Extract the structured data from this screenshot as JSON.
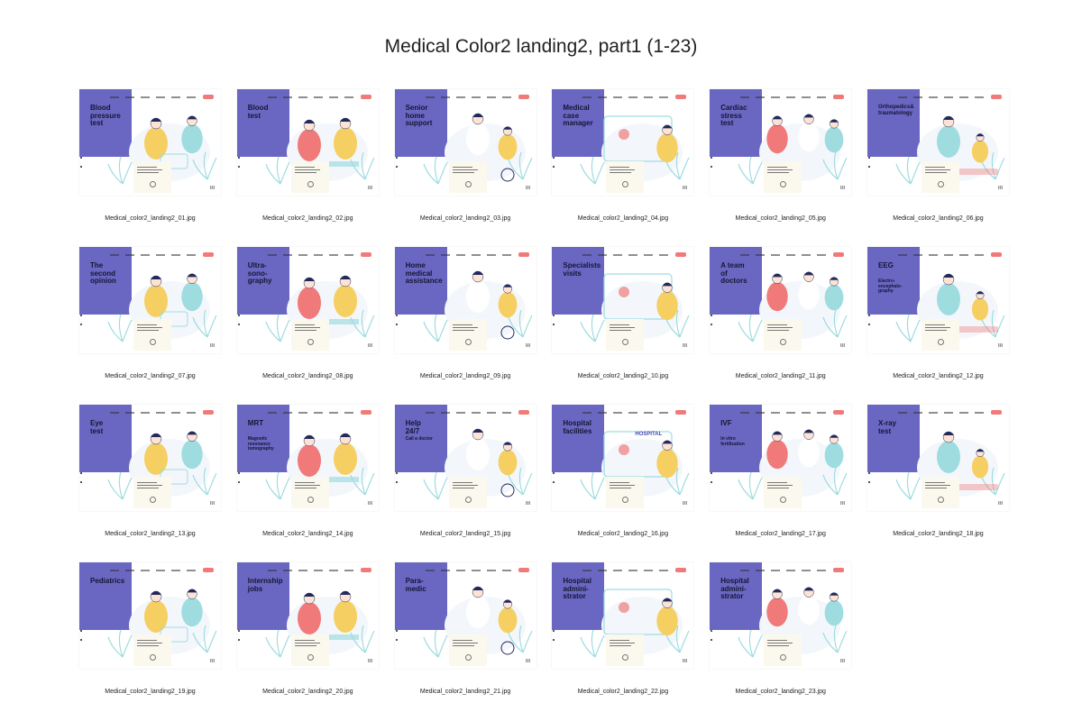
{
  "page_title": "Medical Color2 landing2, part1 (1-23)",
  "colors": {
    "purple": "#6a67c2",
    "yellow": "#f6cf63",
    "teal": "#9fdce0",
    "coral": "#f07a7a",
    "navy": "#222a5c"
  },
  "items": [
    {
      "heading": "Blood\npressure\ntest",
      "caption": "Medical_color2_landing2_01.jpg",
      "icon": "blood-pressure-illustration"
    },
    {
      "heading": "Blood\ntest",
      "caption": "Medical_color2_landing2_02.jpg",
      "icon": "blood-test-illustration"
    },
    {
      "heading": "Senior\nhome\nsupport",
      "caption": "Medical_color2_landing2_03.jpg",
      "icon": "senior-support-illustration"
    },
    {
      "heading": "Medical\ncase\nmanager",
      "caption": "Medical_color2_landing2_04.jpg",
      "icon": "case-manager-illustration"
    },
    {
      "heading": "Cardiac\nstress\ntest",
      "caption": "Medical_color2_landing2_05.jpg",
      "icon": "cardiac-stress-illustration"
    },
    {
      "heading": "Orthopedics&\ntraumatology",
      "small": true,
      "caption": "Medical_color2_landing2_06.jpg",
      "icon": "orthopedics-illustration"
    },
    {
      "heading": "The\nsecond\nopinion",
      "caption": "Medical_color2_landing2_07.jpg",
      "icon": "second-opinion-illustration"
    },
    {
      "heading": "Ultra-\nsono-\ngraphy",
      "caption": "Medical_color2_landing2_08.jpg",
      "icon": "ultrasonography-illustration"
    },
    {
      "heading": "Home\nmedical\nassistance",
      "caption": "Medical_color2_landing2_09.jpg",
      "icon": "home-assistance-illustration"
    },
    {
      "heading": "Specialists\nvisits",
      "caption": "Medical_color2_landing2_10.jpg",
      "icon": "specialists-illustration"
    },
    {
      "heading": "A team\nof\ndoctors",
      "caption": "Medical_color2_landing2_11.jpg",
      "icon": "team-doctors-illustration"
    },
    {
      "heading": "EEG",
      "subheading": "Electro-\nencephalo-\ngraphy",
      "caption": "Medical_color2_landing2_12.jpg",
      "icon": "eeg-illustration"
    },
    {
      "heading": "Eye\ntest",
      "caption": "Medical_color2_landing2_13.jpg",
      "icon": "eye-test-illustration"
    },
    {
      "heading": "MRT",
      "subheading": "Magnetic\nresonance\ntomography",
      "caption": "Medical_color2_landing2_14.jpg",
      "icon": "mrt-illustration"
    },
    {
      "heading": "Help\n24/7",
      "subheading": "Call a doctor",
      "caption": "Medical_color2_landing2_15.jpg",
      "icon": "help-24-7-illustration"
    },
    {
      "heading": "Hospital\nfacilities",
      "caption": "Medical_color2_landing2_16.jpg",
      "icon": "hospital-building-illustration",
      "sign": "HOSPITAL"
    },
    {
      "heading": "IVF",
      "subheading": "In vitro\nfertilization",
      "caption": "Medical_color2_landing2_17.jpg",
      "icon": "ivf-illustration"
    },
    {
      "heading": "X-ray\ntest",
      "caption": "Medical_color2_landing2_18.jpg",
      "icon": "xray-illustration"
    },
    {
      "heading": "Pediatrics",
      "caption": "Medical_color2_landing2_19.jpg",
      "icon": "pediatrics-illustration"
    },
    {
      "heading": "Internship\njobs",
      "caption": "Medical_color2_landing2_20.jpg",
      "icon": "internship-illustration"
    },
    {
      "heading": "Para-\nmedic",
      "caption": "Medical_color2_landing2_21.jpg",
      "icon": "paramedic-illustration"
    },
    {
      "heading": "Hospital\nadmini-\nstrator",
      "caption": "Medical_color2_landing2_22.jpg",
      "icon": "hospital-admin-illustration"
    },
    {
      "heading": "Hospital\nadmini-\nstrator",
      "caption": "Medical_color2_landing2_23.jpg",
      "icon": "hospital-admin-illustration"
    }
  ]
}
